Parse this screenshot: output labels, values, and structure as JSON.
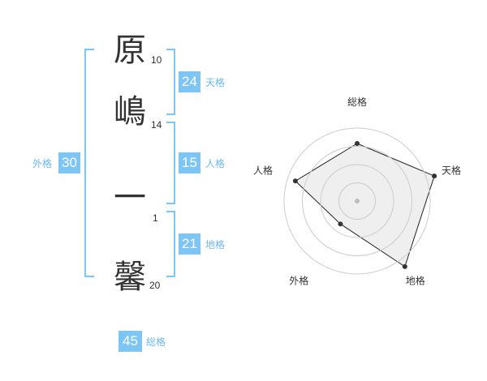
{
  "name": {
    "chars": [
      {
        "char": "原",
        "strokes": "10"
      },
      {
        "char": "嶋",
        "strokes": "14"
      },
      {
        "char": "一",
        "strokes": "1"
      },
      {
        "char": "馨",
        "strokes": "20"
      }
    ]
  },
  "kaku": {
    "ten": {
      "value": "24",
      "label": "天格"
    },
    "jin": {
      "value": "15",
      "label": "人格"
    },
    "chi": {
      "value": "21",
      "label": "地格"
    },
    "gai": {
      "value": "30",
      "label": "外格"
    },
    "sou": {
      "value": "45",
      "label": "総格"
    }
  },
  "colors": {
    "accent": "#7cc5f5",
    "accent_text": "#6bb9ee",
    "text": "#333333",
    "polygon_fill": "#efefef",
    "grid": "#cccccc"
  },
  "chart_data": {
    "type": "radar",
    "axes": [
      "総格",
      "天格",
      "地格",
      "外格",
      "人格"
    ],
    "values": [
      0.71,
      1.0,
      1.0,
      0.35,
      0.8
    ],
    "rings": 4,
    "ring_max": 0.9
  }
}
